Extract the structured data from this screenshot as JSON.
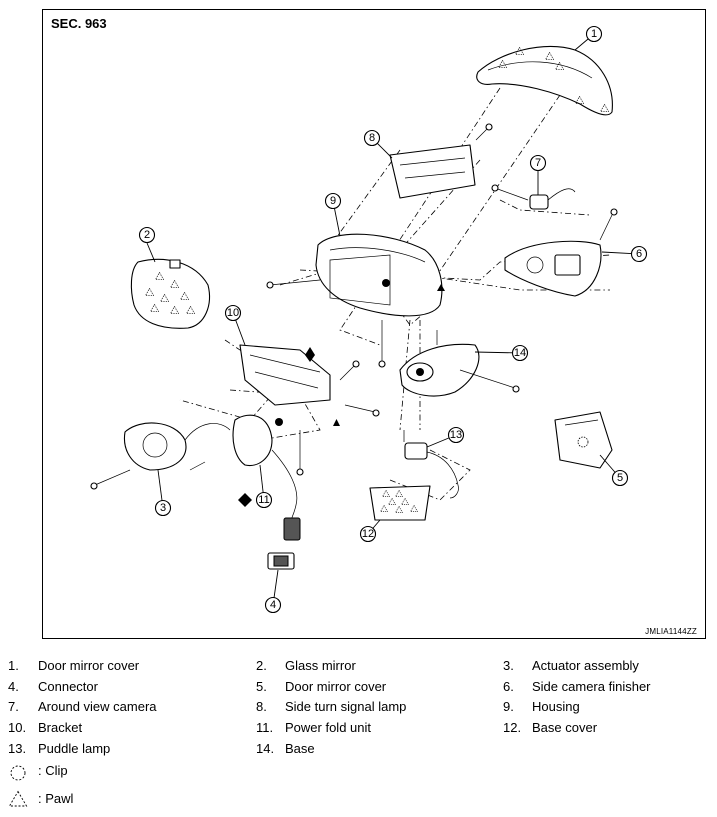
{
  "figure": {
    "section": "SEC. 963",
    "code": "JMLIA1144ZZ",
    "callouts": [
      "1",
      "2",
      "3",
      "4",
      "5",
      "6",
      "7",
      "8",
      "9",
      "10",
      "11",
      "12",
      "13",
      "14"
    ]
  },
  "legend": {
    "items": [
      {
        "num": "1.",
        "label": "Door mirror cover"
      },
      {
        "num": "2.",
        "label": "Glass mirror"
      },
      {
        "num": "3.",
        "label": "Actuator assembly"
      },
      {
        "num": "4.",
        "label": "Connector"
      },
      {
        "num": "5.",
        "label": "Door mirror cover"
      },
      {
        "num": "6.",
        "label": "Side camera finisher"
      },
      {
        "num": "7.",
        "label": "Around view camera"
      },
      {
        "num": "8.",
        "label": "Side turn signal lamp"
      },
      {
        "num": "9.",
        "label": "Housing"
      },
      {
        "num": "10.",
        "label": "Bracket"
      },
      {
        "num": "11.",
        "label": "Power fold unit"
      },
      {
        "num": "12.",
        "label": "Base cover"
      },
      {
        "num": "13.",
        "label": "Puddle lamp"
      },
      {
        "num": "14.",
        "label": "Base"
      }
    ],
    "symbols": [
      {
        "icon": "clip-icon",
        "label": ": Clip"
      },
      {
        "icon": "pawl-icon",
        "label": ": Pawl"
      }
    ]
  }
}
